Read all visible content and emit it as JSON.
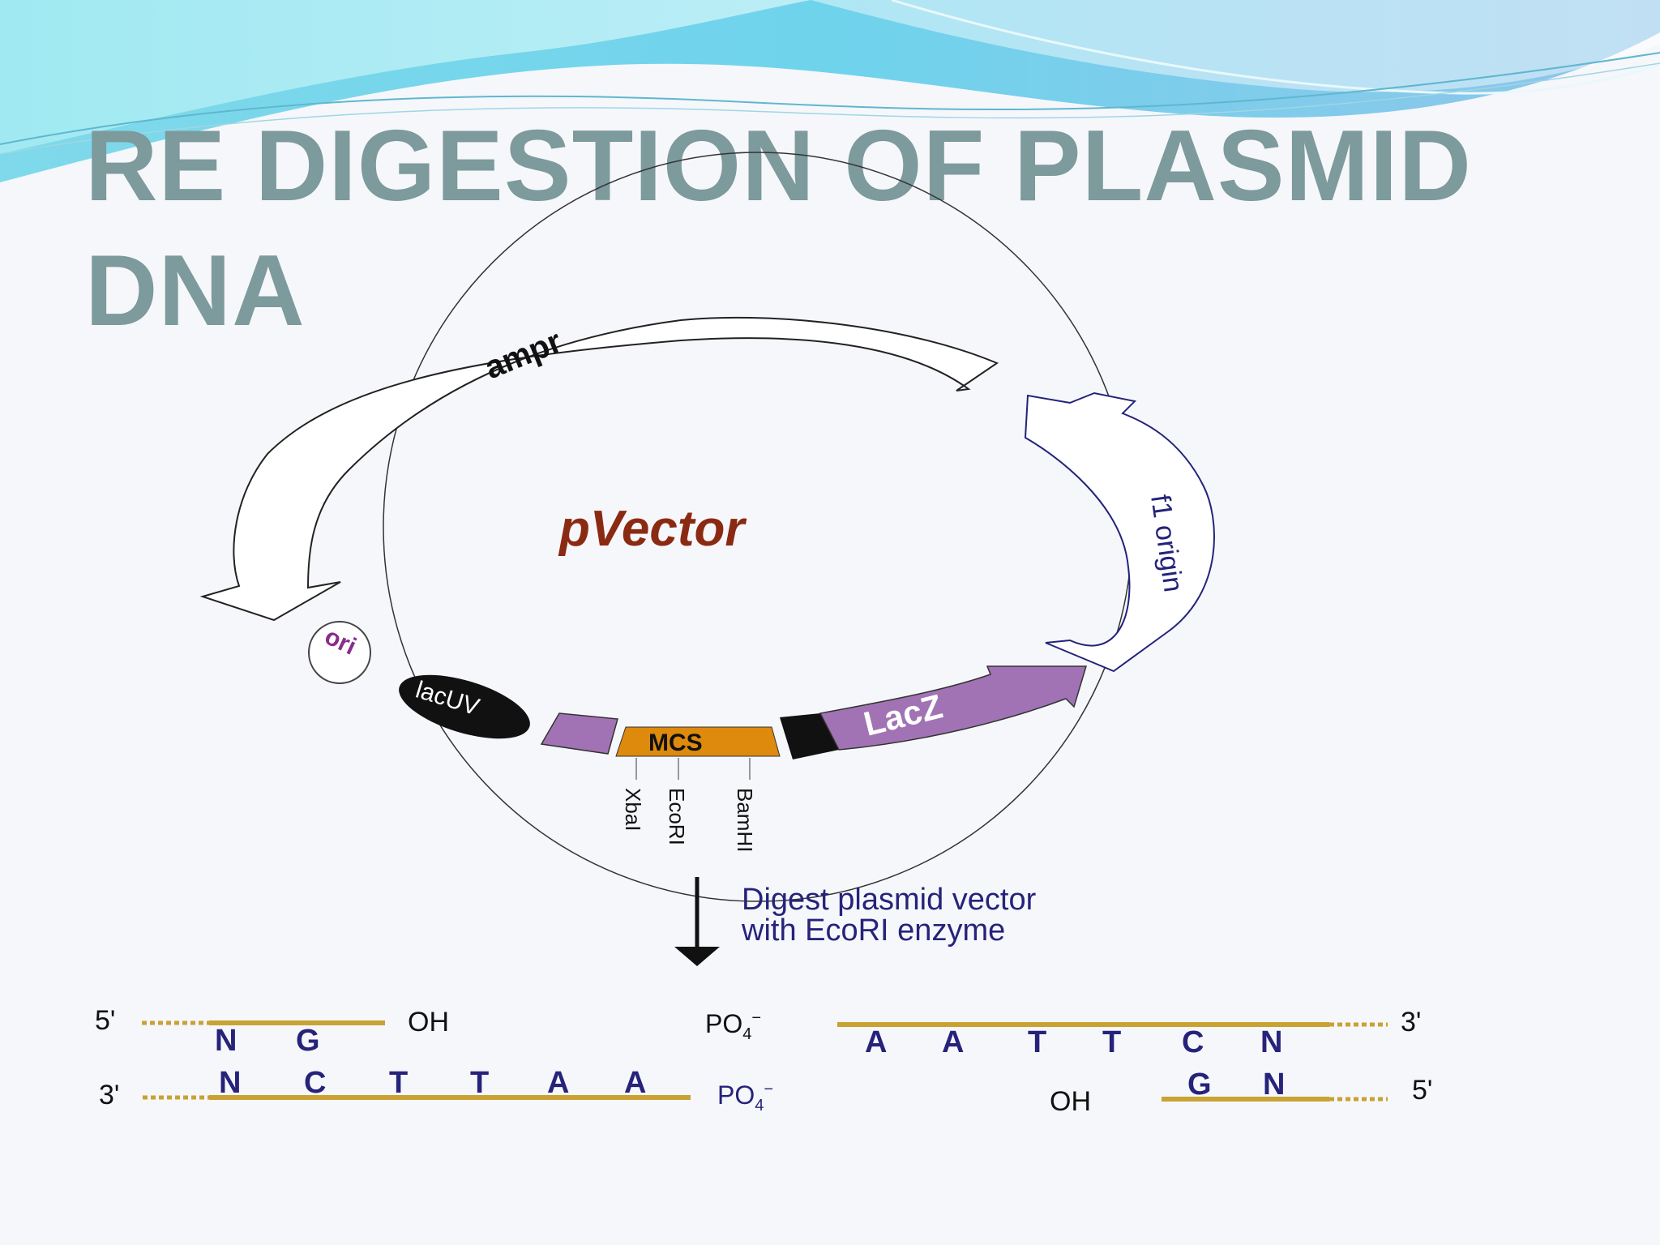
{
  "slide": {
    "title_line1": "RE DIGESTION OF PLASMID",
    "title_line2": "DNA"
  },
  "plasmid": {
    "name": "pVector",
    "elements": {
      "ampr": "ampr",
      "f1_origin": "f1 origin",
      "ori": "ori",
      "lacuv": "lacUV",
      "mcs": "MCS",
      "lacz": "LacZ"
    },
    "sites": [
      "XbaI",
      "EcoRI",
      "BamHI"
    ]
  },
  "step": {
    "line1": "Digest plasmid vector",
    "line2": "with EcoRI enzyme"
  },
  "fragments": {
    "left": {
      "top_end": "5'",
      "top_bases": [
        "N",
        "G"
      ],
      "top_terminal": "OH",
      "bottom_end": "3'",
      "bottom_bases": [
        "N",
        "C",
        "T",
        "T",
        "A",
        "A"
      ],
      "bottom_terminal": "PO4",
      "bottom_terminal_sub": "4",
      "bottom_terminal_sup": "−"
    },
    "right": {
      "top_terminal": "PO",
      "top_terminal_sub": "4",
      "top_terminal_sup": "−",
      "top_bases": [
        "A",
        "A",
        "T",
        "T",
        "C",
        "N"
      ],
      "top_end": "3'",
      "bottom_terminal": "OH",
      "bottom_bases": [
        "G",
        "N"
      ],
      "bottom_end": "5'"
    }
  },
  "colors": {
    "title": "#7d9a9c",
    "plasmid_name": "#8b2a12",
    "lacz": "#a173b4",
    "mcs": "#de8a0d",
    "strand": "#c9a234",
    "step_text": "#26237a",
    "bases": "#26237a"
  }
}
